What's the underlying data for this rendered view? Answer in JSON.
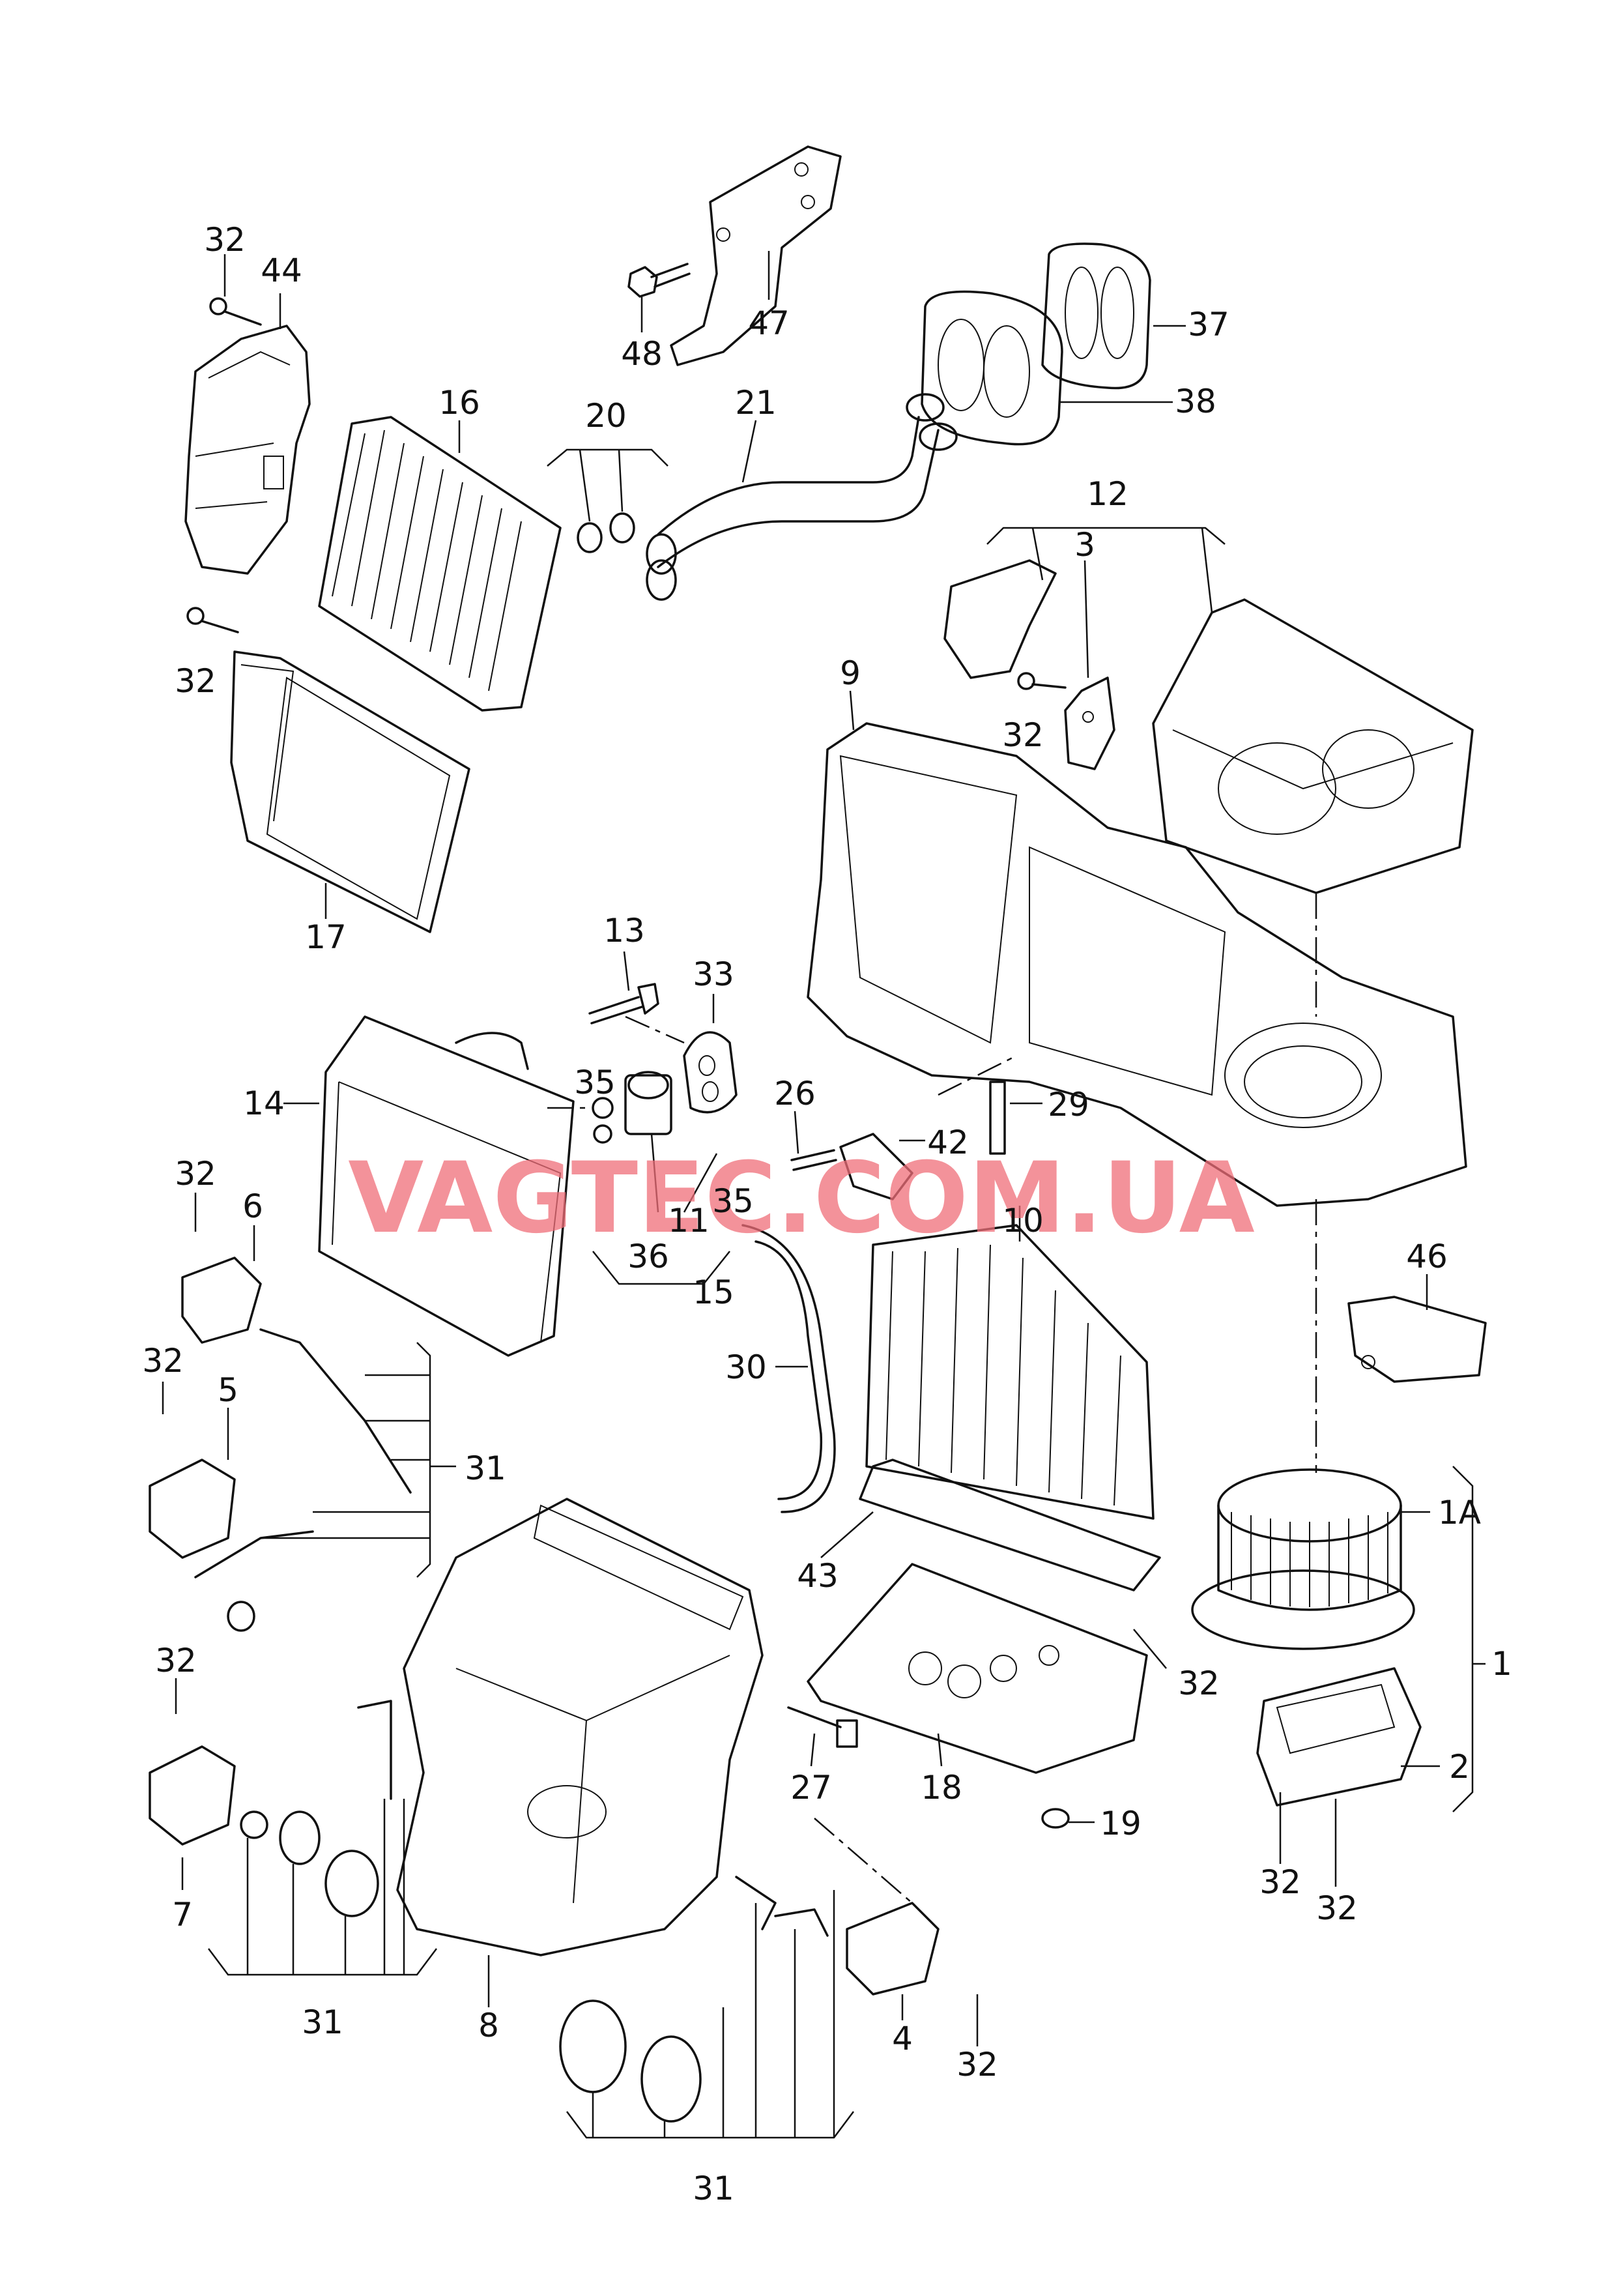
{
  "watermark": "VAGTEC.COM.UA",
  "labels": {
    "l32a": "32",
    "l44": "44",
    "l47": "47",
    "l48": "48",
    "l37": "37",
    "l38": "38",
    "l16": "16",
    "l20": "20",
    "l21": "21",
    "l12": "12",
    "l3": "3",
    "l32b": "32",
    "l9": "9",
    "l32c": "32",
    "l17": "17",
    "l13": "13",
    "l33": "33",
    "l35a": "35",
    "l14": "14",
    "l26": "26",
    "l29": "29",
    "l42": "42",
    "l32d": "32",
    "l6": "6",
    "l11": "11",
    "l35b": "35",
    "l36": "36",
    "l15": "15",
    "l10": "10",
    "l46": "46",
    "l30": "30",
    "l32e": "32",
    "l5": "5",
    "l31a": "31",
    "l1A": "1A",
    "l43": "43",
    "l1": "1",
    "l32f": "32",
    "l27": "27",
    "l18": "18",
    "l19": "19",
    "l2": "2",
    "l32g": "32",
    "l7": "7",
    "l31b": "31",
    "l8": "8",
    "l4": "4",
    "l32h": "32",
    "l32i": "32",
    "l32j": "32",
    "l31c": "31"
  }
}
